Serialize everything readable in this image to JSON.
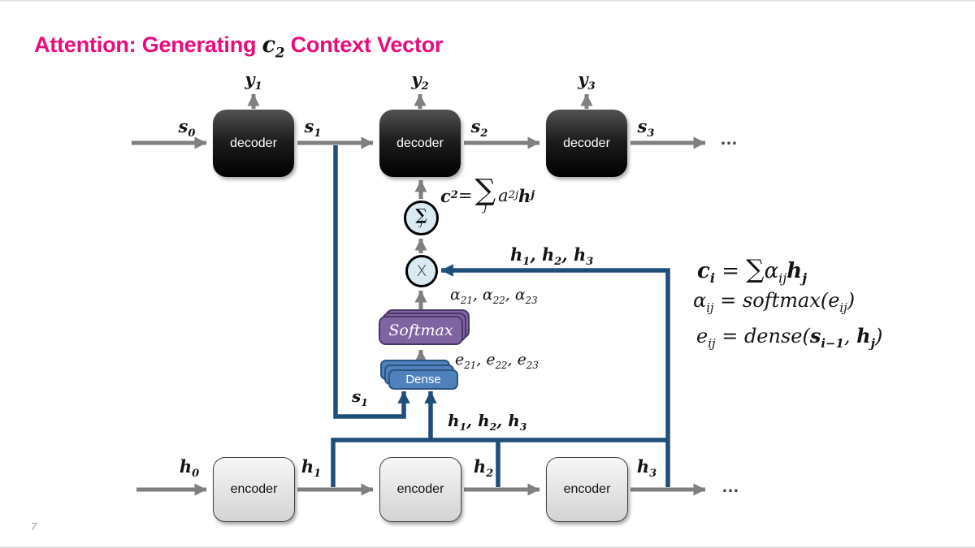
{
  "title": {
    "segments": [
      {
        "t": "Attention: Generating "
      },
      {
        "t": "c",
        "b": 1,
        "m": 1
      },
      {
        "s": "2",
        "b": 1,
        "m": 1
      },
      {
        "t": " Context Vector"
      }
    ]
  },
  "page_number": "7",
  "colors": {
    "title_magenta": "#eb0b7d",
    "wire_blue": "#1f4e79",
    "arrow_gray": "#7f7f7f",
    "softmax_purple": "#8064a2",
    "dense_blue": "#4f81bd",
    "node_fill": "#d9eaf3",
    "decoder_black": "#000000",
    "encoder_gray": "#e3e3e3"
  },
  "decoder_row": {
    "boxes": [
      {
        "label": "decoder"
      },
      {
        "label": "decoder"
      },
      {
        "label": "decoder"
      }
    ],
    "outputs": [
      [
        {
          "t": "y"
        },
        {
          "s": "1"
        }
      ],
      [
        {
          "t": "y"
        },
        {
          "s": "2"
        }
      ],
      [
        {
          "t": "y"
        },
        {
          "s": "3"
        }
      ]
    ],
    "states": [
      [
        {
          "t": "s"
        },
        {
          "s": "0"
        }
      ],
      [
        {
          "t": "s"
        },
        {
          "s": "1"
        }
      ],
      [
        {
          "t": "s"
        },
        {
          "s": "2"
        }
      ],
      [
        {
          "t": "s"
        },
        {
          "s": "3"
        }
      ]
    ],
    "ellipsis": "…"
  },
  "encoder_row": {
    "boxes": [
      {
        "label": "encoder"
      },
      {
        "label": "encoder"
      },
      {
        "label": "encoder"
      }
    ],
    "states": [
      [
        {
          "t": "h"
        },
        {
          "s": "0"
        }
      ],
      [
        {
          "t": "h"
        },
        {
          "s": "1"
        }
      ],
      [
        {
          "t": "h"
        },
        {
          "s": "2"
        }
      ],
      [
        {
          "t": "h"
        },
        {
          "s": "3"
        }
      ]
    ],
    "ellipsis": "…"
  },
  "attention": {
    "sum_node": {
      "symbol": "∑",
      "sub": "j"
    },
    "mult_node": {
      "symbol": "X"
    },
    "softmax_label": "Softmax",
    "dense_label": "Dense",
    "context_formula": [
      {
        "t": "c",
        "b": 1
      },
      {
        "s": "2",
        "b": 1
      },
      {
        "t": " = "
      },
      {
        "stack": {
          "top": "∑",
          "bottom": "j"
        }
      },
      {
        "t": " a"
      },
      {
        "s": "2j"
      },
      {
        "t": "h",
        "b": 1
      },
      {
        "s": "j",
        "b": 1
      }
    ],
    "h_list": [
      {
        "t": "h"
      },
      {
        "s": "1"
      },
      {
        "t": ", "
      },
      {
        "t": "h"
      },
      {
        "s": "2"
      },
      {
        "t": ", "
      },
      {
        "t": "h"
      },
      {
        "s": "3"
      }
    ],
    "alpha_values": [
      {
        "t": "α"
      },
      {
        "s": "21"
      },
      {
        "t": ", α"
      },
      {
        "s": "22"
      },
      {
        "t": ", α"
      },
      {
        "s": "23"
      }
    ],
    "e_values": [
      {
        "t": "e"
      },
      {
        "s": "21"
      },
      {
        "t": ", e"
      },
      {
        "s": "22"
      },
      {
        "t": ", e"
      },
      {
        "s": "23"
      }
    ],
    "s1_input": [
      {
        "t": "s"
      },
      {
        "s": "1"
      }
    ]
  },
  "equations": {
    "line1": [
      {
        "t": "c",
        "b": 1
      },
      {
        "s": "i",
        "b": 1
      },
      {
        "t": " = "
      },
      {
        "t": "∑",
        "big": 1
      },
      {
        "t": "α"
      },
      {
        "s": "ij"
      },
      {
        "t": "h",
        "b": 1
      },
      {
        "s": "j",
        "b": 1
      }
    ],
    "line2": [
      {
        "t": "α"
      },
      {
        "s": "ij"
      },
      {
        "t": " = softmax("
      },
      {
        "t": "e"
      },
      {
        "s": "ij"
      },
      {
        "t": ")"
      }
    ],
    "line3": [
      {
        "t": "e"
      },
      {
        "s": "ij"
      },
      {
        "t": " = dense("
      },
      {
        "t": "s",
        "b": 1
      },
      {
        "s": "i−1",
        "b": 1
      },
      {
        "t": ", "
      },
      {
        "t": "h",
        "b": 1
      },
      {
        "s": "j",
        "b": 1
      },
      {
        "t": ")"
      }
    ]
  }
}
